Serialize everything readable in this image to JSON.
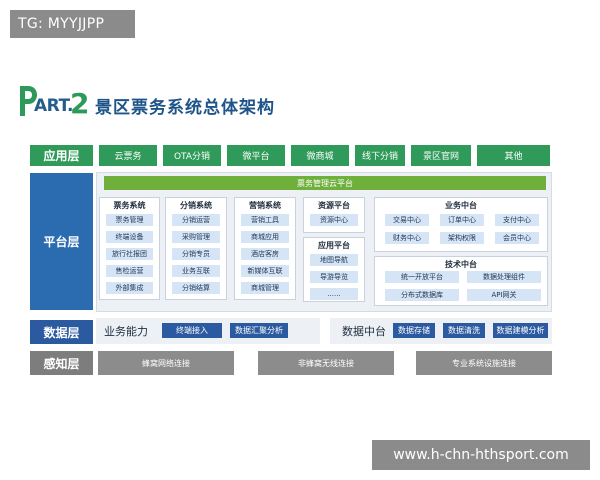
{
  "tag": "TG: MYYJJPP",
  "watermark": "www.h-chn-hthsport.com",
  "logo": {
    "letter": "P",
    "art": "ART.",
    "number": "2"
  },
  "title": "景区票务系统总体架构",
  "layers": {
    "application": "应用层",
    "platform": "平台层",
    "data": "数据层",
    "perception": "感知层"
  },
  "apps": [
    "云票务",
    "OTA分销",
    "微平台",
    "微商城",
    "线下分销",
    "景区官网",
    "其他"
  ],
  "platform": {
    "banner": "票务管理云平台",
    "ticket": {
      "title": "票务系统",
      "items": [
        "票务管理",
        "终端设备",
        "旅行社报团",
        "售检运营",
        "外部集成"
      ]
    },
    "distribution": {
      "title": "分销系统",
      "items": [
        "分销运营",
        "采购管理",
        "分销专员",
        "业务互联",
        "分销结算"
      ]
    },
    "marketing": {
      "title": "营销系统",
      "items": [
        "营销工具",
        "商城应用",
        "酒店客房",
        "新媒体互联",
        "商城管理"
      ]
    },
    "resource": {
      "title": "资源平台",
      "items": [
        "资源中心"
      ]
    },
    "application_platform": {
      "title": "应用平台",
      "items": [
        "地图导航",
        "导游导览",
        "......"
      ]
    },
    "business_center": {
      "title": "业务中台",
      "items": [
        "交易中心",
        "订单中心",
        "支付中心",
        "财务中心",
        "架构权限",
        "会员中心"
      ]
    },
    "tech_center": {
      "title": "技术中台",
      "items": [
        "统一开放平台",
        "数据处理组件",
        "分布式数据库",
        "API网关"
      ]
    }
  },
  "data_layer": {
    "capability_label": "业务能力",
    "capability_items": [
      "终端接入",
      "数据汇聚分析"
    ],
    "center_label": "数据中台",
    "center_items": [
      "数据存储",
      "数据清洗",
      "数据建模分析"
    ]
  },
  "perception_items": [
    "蜂窝网络连接",
    "非蜂窝无线连接",
    "专业系统设施连接"
  ],
  "colors": {
    "green": "#2f9a59",
    "banner_green": "#6fb03d",
    "blue": "#2b6bb0",
    "dark_blue": "#2b5aa0",
    "light_blue": "#d6e5f5",
    "gray": "#8c8c8c"
  }
}
